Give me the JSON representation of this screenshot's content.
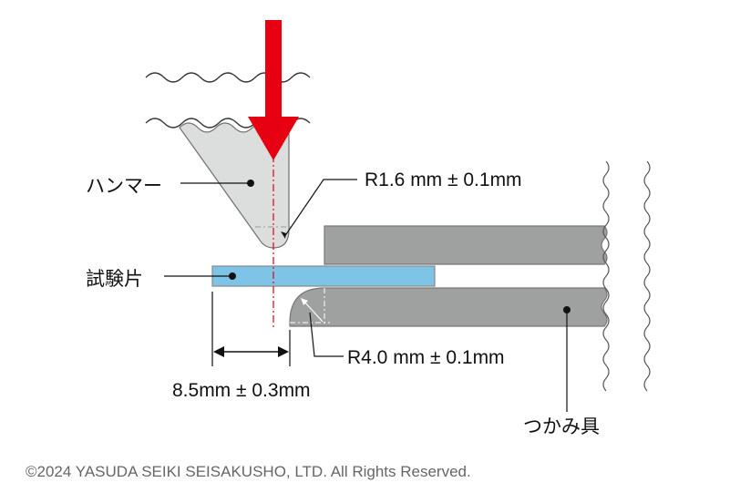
{
  "labels": {
    "hammer": "ハンマー",
    "specimen": "試験片",
    "hammer_radius": "R1.6 mm ± 0.1mm",
    "grip_radius": "R4.0 mm ± 0.1mm",
    "distance": "8.5mm ± 0.3mm",
    "grip": "つかみ具"
  },
  "copyright": "©2024 YASUDA SEIKI SEISAKUSHO, LTD. All Rights Reserved.",
  "colors": {
    "arrow": "#e60012",
    "hammer": "#dcdddd",
    "grip": "#9fa0a0",
    "specimen": "#7dc4e6"
  }
}
